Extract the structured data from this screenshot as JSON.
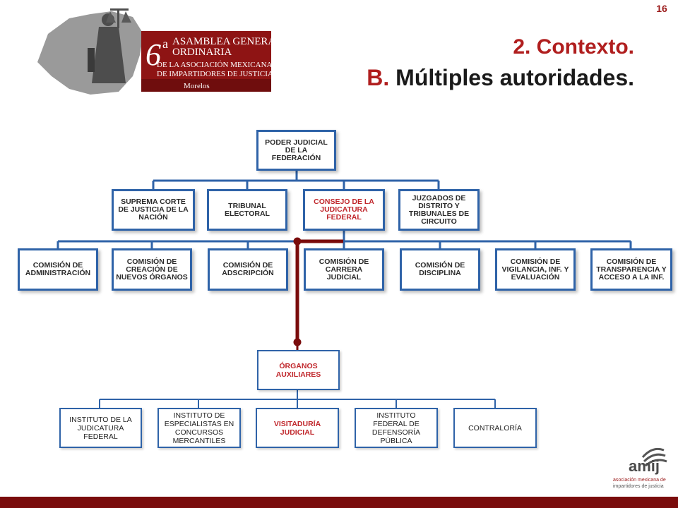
{
  "slide_number": "16",
  "logo": {
    "number": "6",
    "superscript": "a",
    "line1": "ASAMBLEA GENERAL",
    "line2": "ORDINARIA",
    "line3": "DE LA ASOCIACIÓN MEXICANA",
    "line4": "DE IMPARTIDORES DE JUSTICIA",
    "place": "Morelos"
  },
  "title": {
    "line1": "2. Contexto.",
    "line2_prefix": "B.",
    "line2_text": "Múltiples autoridades."
  },
  "diagram": {
    "root": "PODER JUDICIAL DE LA FEDERACIÓN",
    "level2": [
      "SUPREMA CORTE DE JUSTICIA DE LA NACIÓN",
      "TRIBUNAL ELECTORAL",
      "CONSEJO DE LA JUDICATURA FEDERAL",
      "JUZGADOS DE DISTRITO Y TRIBUNALES DE CIRCUITO"
    ],
    "commissions": [
      "COMISIÓN DE ADMINISTRACIÓN",
      "COMISIÓN DE CREACIÓN DE NUEVOS ÓRGANOS",
      "COMISIÓN DE ADSCRIPCIÓN",
      "COMISIÓN DE CARRERA JUDICIAL",
      "COMISIÓN DE DISCIPLINA",
      "COMISIÓN DE VIGILANCIA, INF. Y EVALUACIÓN",
      "COMISIÓN DE TRANSPARENCIA Y ACCESO A LA INF."
    ],
    "aux_root": "ÓRGANOS AUXILIARES",
    "aux_children": [
      "INSTITUTO DE LA JUDICATURA FEDERAL",
      "INSTITUTO DE ESPECIALISTAS EN CONCURSOS MERCANTILES",
      "VISITADURÍA JUDICIAL",
      "INSTITUTO FEDERAL DE DEFENSORÍA PÚBLICA",
      "CONTRALORÍA"
    ]
  },
  "footer_logo": {
    "name": "amij",
    "line1": "asociación mexicana de",
    "line2": "impartidores de justicia"
  },
  "colors": {
    "accent_red": "#b01e1e",
    "box_blue": "#2f63a8",
    "connector_dark_red": "#7a0c0c",
    "bar": "#7a0c0c"
  }
}
